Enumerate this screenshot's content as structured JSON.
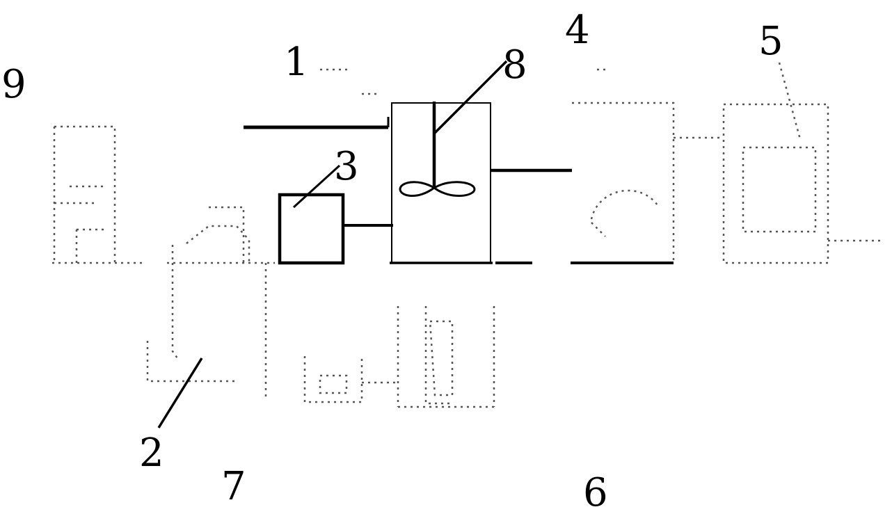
{
  "labels": {
    "n1": "1",
    "n2": "2",
    "n3": "3",
    "n4": "4",
    "n5": "5",
    "n6": "6",
    "n7": "7",
    "n8": "8",
    "n9": "9"
  },
  "colors": {
    "line": "#000000",
    "faint": "#555555",
    "background": "#ffffff"
  }
}
